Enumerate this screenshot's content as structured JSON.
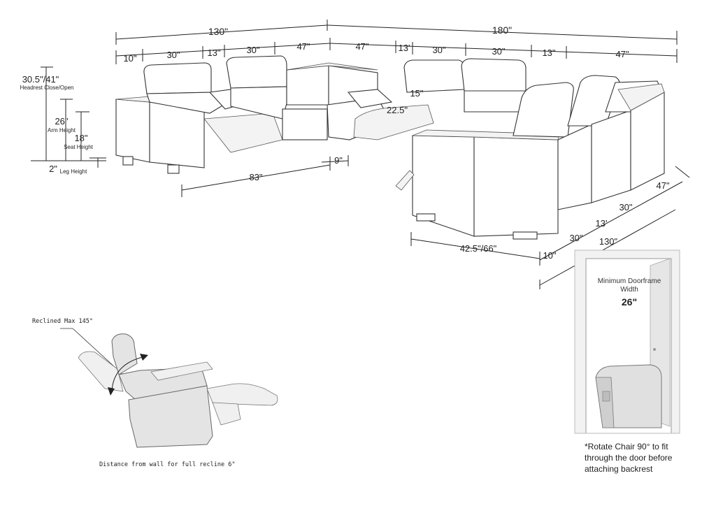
{
  "dimensions": {
    "top_total_left": "130\"",
    "top_total_right": "180\"",
    "top_segments": [
      "10\"",
      "30\"",
      "13\"",
      "30\"",
      "47\"",
      "47\"",
      "13'",
      "30\"",
      "30\"",
      "13\"",
      "47\""
    ],
    "headrest_height": "30.5\"/41\"",
    "headrest_caption": "Headrest Close/Open",
    "arm_height": "26\"",
    "arm_caption": "Arm Height",
    "seat_height": "18\"",
    "seat_caption": "Seat Height",
    "leg_height": "2\"",
    "leg_caption": "Leg Height",
    "depth_83": "83\"",
    "gap_9": "9\"",
    "inner_15": "15\"",
    "inner_22_5": "22.5\"",
    "front_depth": "42.5\"/66\"",
    "right_total": "130\"",
    "right_segments": [
      "10\"",
      "30\"",
      "13'",
      "30\"",
      "47\""
    ]
  },
  "recline": {
    "max_label": "Reclined Max 145°",
    "wall_note": "Distance from wall for full recline 6\""
  },
  "doorframe": {
    "title_line1": "Minimum Doorframe",
    "title_line2": "Width",
    "width": "26\"",
    "note_line1": "*Rotate Chair 90° to fit",
    "note_line2": "through the door before",
    "note_line3": "attaching backrest"
  },
  "colors": {
    "line": "#222222",
    "chair_fill": "#e4e4e4",
    "door_panel": "#f2f2f2"
  }
}
